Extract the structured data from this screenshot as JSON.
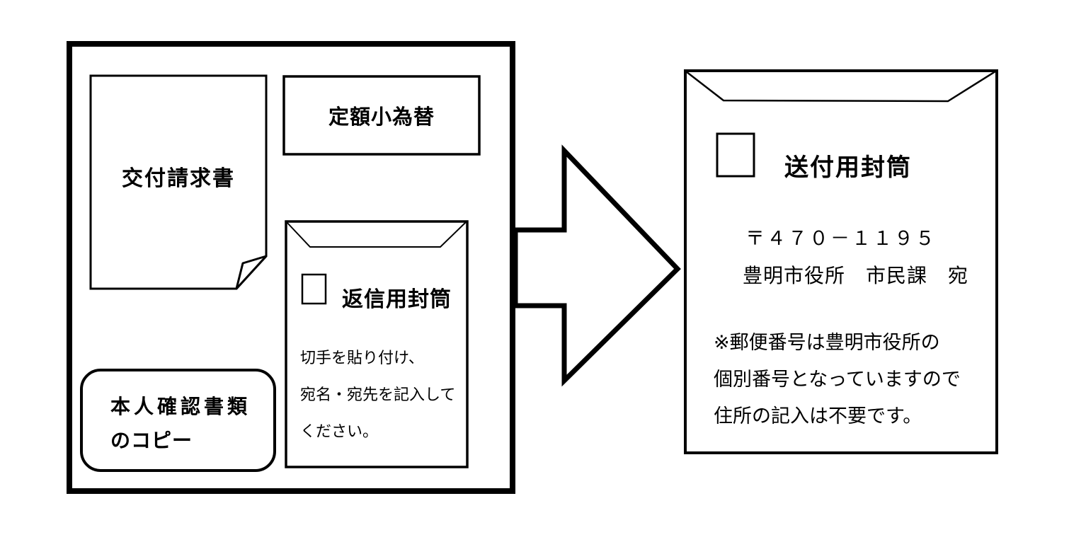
{
  "diagram": {
    "background": "#ffffff",
    "line_color": "#000000",
    "contents_box": {
      "request_form": {
        "label": "交付請求書"
      },
      "money_order": {
        "label": "定額小為替"
      },
      "return_envelope": {
        "label": "返信用封筒",
        "notes": [
          "切手を貼り付け、",
          "宛名・宛先を記入して",
          "ください。"
        ]
      },
      "id_copy": {
        "lines": [
          "本人確認書類",
          "のコピー"
        ]
      }
    },
    "send_envelope": {
      "label": "送付用封筒",
      "postal_code": "〒４７０－１１９５",
      "addressee": "豊明市役所　市民課　宛",
      "notes": [
        "※郵便番号は豊明市役所の",
        "個別番号となっていますので",
        "住所の記入は不要です。"
      ]
    }
  }
}
